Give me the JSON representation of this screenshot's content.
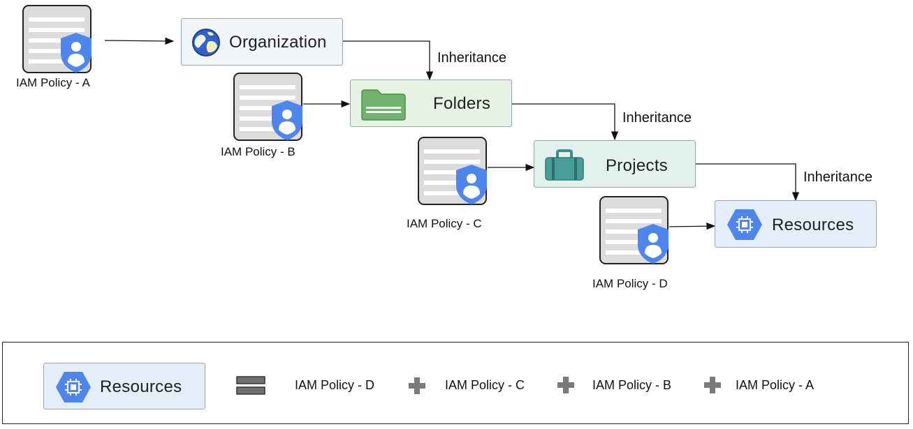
{
  "nodes": {
    "organization": {
      "label": "Organization",
      "bg": "#f3f6f8"
    },
    "folders": {
      "label": "Folders",
      "bg": "#e6f3e4"
    },
    "projects": {
      "label": "Projects",
      "bg": "#e2f1ee"
    },
    "resources": {
      "label": "Resources",
      "bg": "#e3eef9"
    }
  },
  "policies": {
    "a": "IAM Policy - A",
    "b": "IAM Policy - B",
    "c": "IAM Policy - C",
    "d": "IAM Policy - D"
  },
  "edges": {
    "inheritance_1": "Inheritance",
    "inheritance_2": "Inheritance",
    "inheritance_3": "Inheritance"
  },
  "legend": {
    "resources_label": "Resources",
    "terms": [
      "IAM Policy - D",
      "IAM Policy - C",
      "IAM Policy - B",
      "IAM Policy - A"
    ]
  },
  "colors": {
    "shield": "#4f86ec",
    "doc_bg": "#dcdcdc",
    "folder": "#6fb36c",
    "briefcase": "#4a9e9a",
    "hex": "#4f86ec",
    "operator": "#6d6d6d"
  }
}
